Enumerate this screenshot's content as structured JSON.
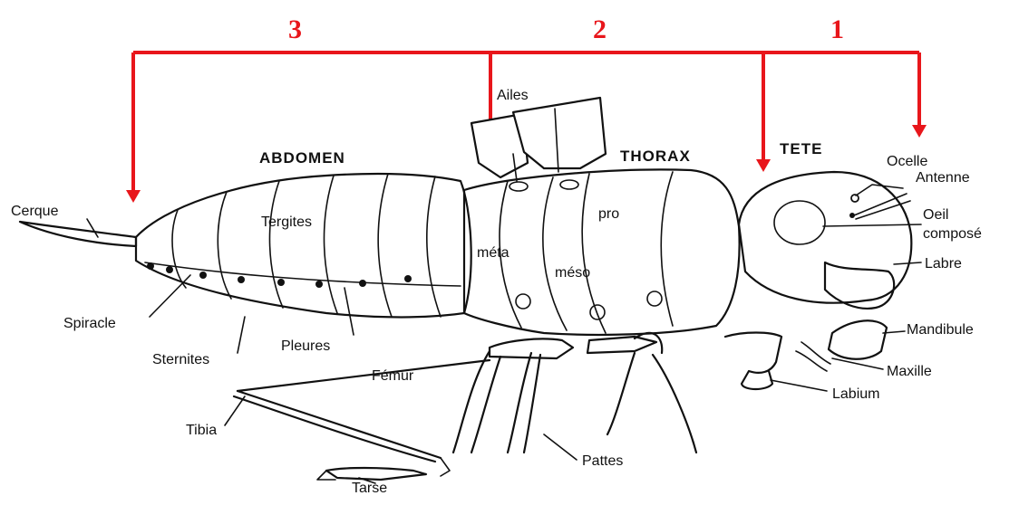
{
  "colors": {
    "bracket": "#e8161b",
    "ink": "#111111"
  },
  "segment_numbers": {
    "n1": "1",
    "n2": "2",
    "n3": "3"
  },
  "regions": {
    "abdomen": "ABDOMEN",
    "thorax": "THORAX",
    "tete": "TETE"
  },
  "labels": {
    "ailes": "Ailes",
    "ocelle": "Ocelle",
    "antenne": "Antenne",
    "oeil_line1": "Oeil",
    "oeil_line2": "composé",
    "labre": "Labre",
    "mandibule": "Mandibule",
    "maxille": "Maxille",
    "labium": "Labium",
    "cerque": "Cerque",
    "tergites": "Tergites",
    "spiracle": "Spiracle",
    "sternites": "Sternites",
    "pleures": "Pleures",
    "meta": "méta",
    "meso": "méso",
    "pro": "pro",
    "femur": "Fémur",
    "tibia": "Tibia",
    "tarse": "Tarse",
    "pattes": "Pattes"
  }
}
